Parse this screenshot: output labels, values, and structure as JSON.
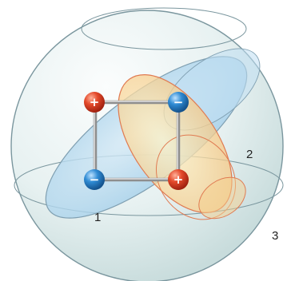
{
  "diagram": {
    "labels": {
      "one": "1",
      "two": "2",
      "three": "3"
    },
    "charges": {
      "positive_symbol": "+",
      "negative_symbol": "−"
    },
    "colors": {
      "background": "#ffffff",
      "sphere_fill": "#e6f0f0",
      "sphere_stroke": "#6f8f99",
      "blue_ellipse_fill": "#a9d0ea",
      "blue_ellipse_stroke": "#7f9fb1",
      "orange_ellipse_fill": "#f7d39c",
      "orange_ellipse_stroke": "#e07b52",
      "positive_charge": "#d9381e",
      "negative_charge": "#2b82c8",
      "bond_line": "#8c8c8c",
      "label_text": "#222222"
    }
  }
}
